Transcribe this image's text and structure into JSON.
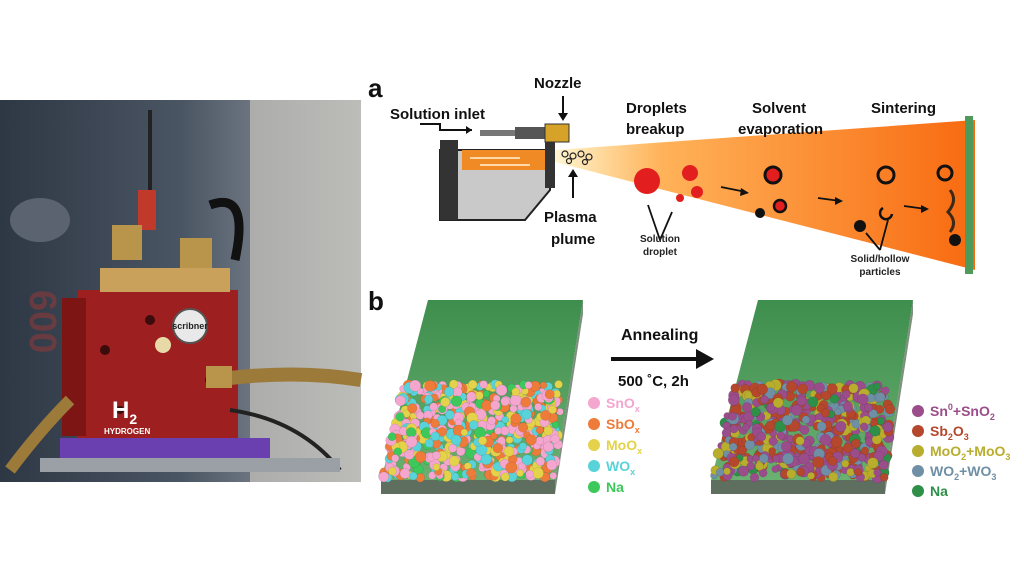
{
  "photo": {
    "badge_text": "scribner",
    "h2_label": "H",
    "h2_sub": "2",
    "hydrogen_label": "HYDROGEN",
    "wall_digits": "600"
  },
  "panel_a": {
    "letter": "a",
    "solution_inlet": "Solution inlet",
    "nozzle": "Nozzle",
    "plasma_l1": "Plasma",
    "plasma_l2": "plume",
    "droplets_l1": "Droplets",
    "droplets_l2": "breakup",
    "solvent_l1": "Solvent",
    "solvent_l2": "evaporation",
    "sintering": "Sintering",
    "solution_droplet_l1": "Solution",
    "solution_droplet_l2": "droplet",
    "solid_hollow_l1": "Solid/hollow",
    "solid_hollow_l2": "particles"
  },
  "panel_b": {
    "letter": "b",
    "annealing": "Annealing",
    "condition": "500 ˚C, 2h",
    "legend_before": [
      {
        "base": "SnO",
        "sub": "x",
        "sub2": "",
        "mid": "",
        "tail": "",
        "tail_sub": "",
        "color": "#f4a6cf"
      },
      {
        "base": "SbO",
        "sub": "x",
        "sub2": "",
        "mid": "",
        "tail": "",
        "tail_sub": "",
        "color": "#ef7b3a"
      },
      {
        "base": "MoO",
        "sub": "x",
        "sub2": "",
        "mid": "",
        "tail": "",
        "tail_sub": "",
        "color": "#e3d24a"
      },
      {
        "base": "WO",
        "sub": "x",
        "sub2": "",
        "mid": "",
        "tail": "",
        "tail_sub": "",
        "color": "#57d3d9"
      },
      {
        "base": "Na",
        "sub": "",
        "sub2": "",
        "mid": "",
        "tail": "",
        "tail_sub": "",
        "color": "#3cc85a"
      }
    ],
    "legend_after": [
      {
        "base": "Sn",
        "sup": "0",
        "mid": "+SnO",
        "mid_sub": "2",
        "color": "#9a4d8a"
      },
      {
        "base": "Sb",
        "sub": "2",
        "mid": "O",
        "mid_sub": "3",
        "color": "#b5472c"
      },
      {
        "base": "MoO",
        "sub": "2",
        "mid": "+MoO",
        "mid_sub": "3",
        "color": "#b8ad2c"
      },
      {
        "base": "WO",
        "sub": "2",
        "mid": "+WO",
        "mid_sub": "3",
        "color": "#6f8fa6"
      },
      {
        "base": "Na",
        "sub": "",
        "mid": "",
        "mid_sub": "",
        "color": "#2e8f48"
      }
    ]
  }
}
